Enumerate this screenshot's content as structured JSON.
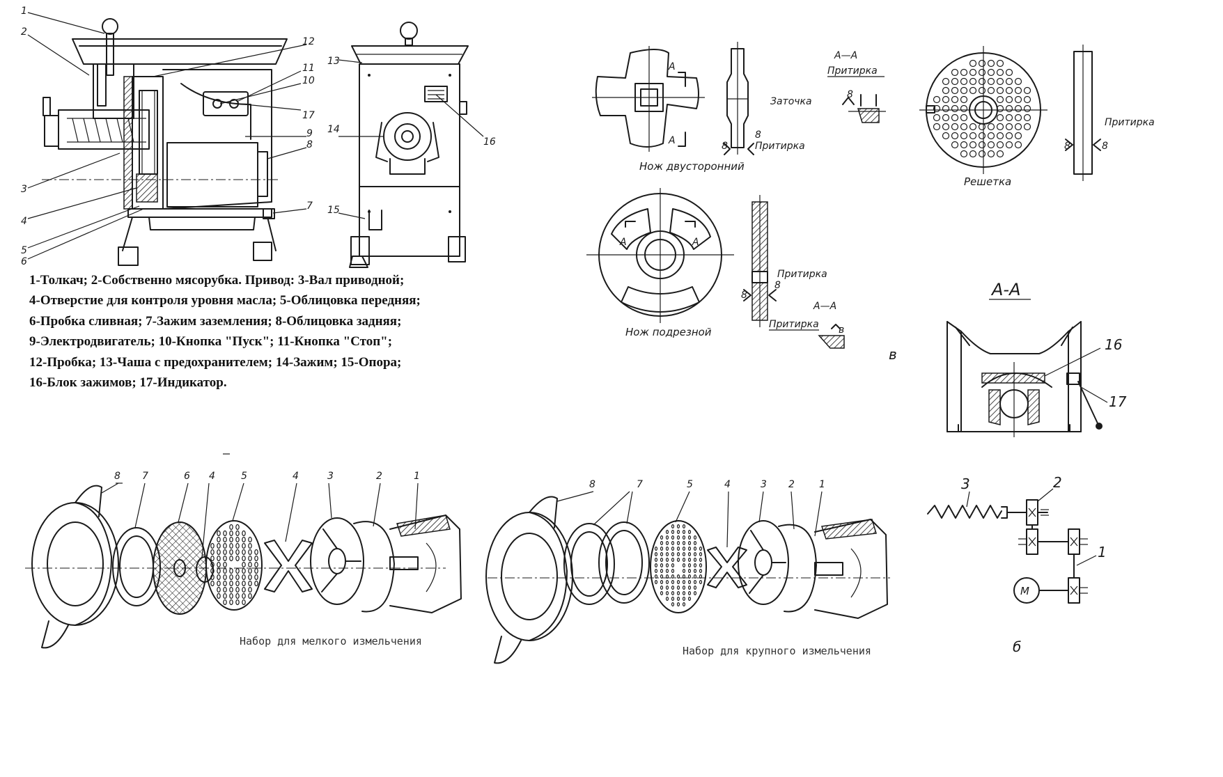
{
  "legend": {
    "lines": [
      "1-Толкач; 2-Собственно мясорубка. Привод: 3-Вал приводной;",
      " 4-Отверстие для контроля уровня масла; 5-Облицовка передняя;",
      " 6-Пробка сливная; 7-Зажим заземления; 8-Облицовка задняя;",
      "9-Электродвигатель; 10-Кнопка \"Пуск\"; 11-Кнопка \"Стоп\";",
      "12-Пробка; 13-Чаша с предохранителем; 14-Зажим; 15-Опора;",
      "16-Блок зажимов; 17-Индикатор."
    ]
  },
  "side_view": {
    "callouts": [
      "1",
      "2",
      "3",
      "4",
      "5",
      "6",
      "12",
      "11",
      "10",
      "17",
      "9",
      "8",
      "7"
    ]
  },
  "front_view": {
    "callouts": [
      "13",
      "14",
      "16",
      "15"
    ]
  },
  "knife_double": {
    "caption": "Нож двусторонний",
    "section_mark": "А",
    "section_title": "А—А",
    "lapping": "Притирка",
    "sharpening": "Заточка",
    "roughness": "8"
  },
  "grate": {
    "caption": "Решетка",
    "lapping": "Притирка",
    "roughness": "8"
  },
  "knife_undercut": {
    "caption": "Нож подрезной",
    "section_mark": "А",
    "section_title": "А—А",
    "lapping": "Притирка",
    "roughness": "8",
    "roughness_b": "в"
  },
  "section_aa": {
    "title": "А-А",
    "letter": "в",
    "callouts": [
      "16",
      "17"
    ]
  },
  "set_fine": {
    "caption": "Набор для мелкого измельчения",
    "callouts": [
      "8",
      "7",
      "6",
      "4",
      "5",
      "4",
      "3",
      "2",
      "1"
    ]
  },
  "set_coarse": {
    "caption": "Набор для крупного измельчения",
    "callouts": [
      "8",
      "7",
      "5",
      "4",
      "3",
      "2",
      "1"
    ]
  },
  "kinematic": {
    "letter": "б",
    "motor": "М",
    "callouts": [
      "3",
      "2",
      "1"
    ]
  }
}
